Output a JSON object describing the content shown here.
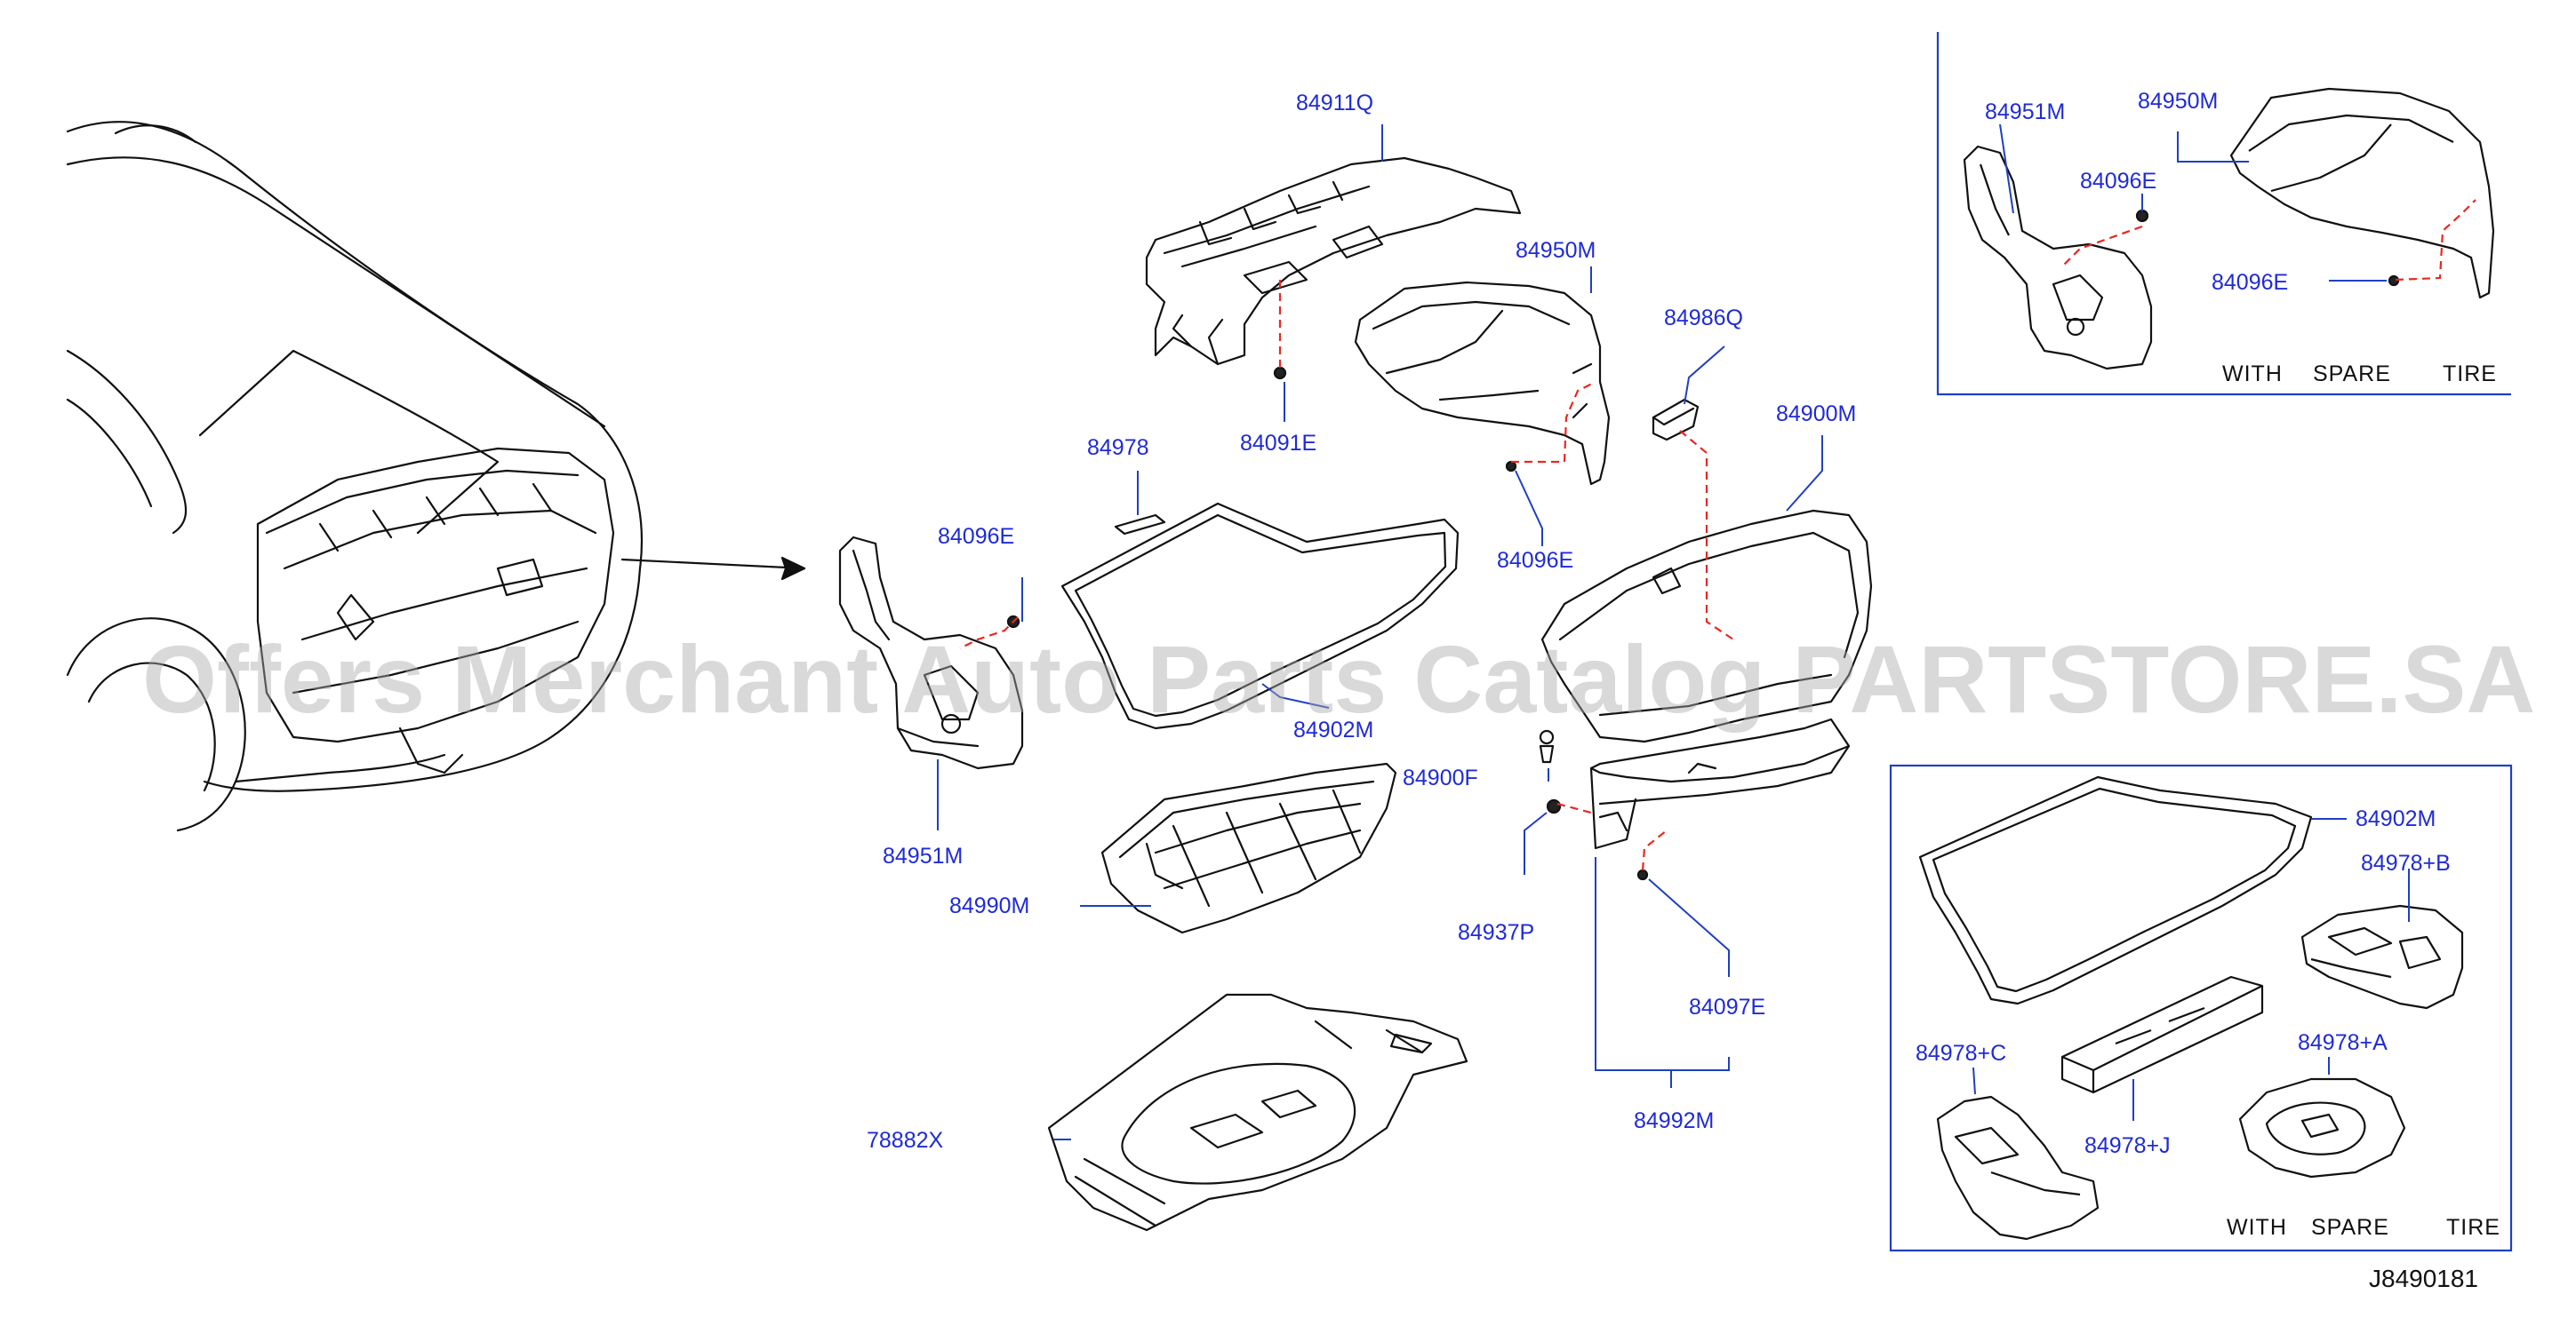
{
  "watermark": "Offers Merchant Auto Parts Catalog PARTSTORE.SA",
  "diagram_code": "J8490181",
  "captions": {
    "top_right": [
      "WITH",
      "SPARE",
      "TIRE"
    ],
    "bottom_right": [
      "WITH",
      "SPARE",
      "TIRE"
    ]
  },
  "labels": {
    "p84911Q": "84911Q",
    "p84950M_main": "84950M",
    "p84986Q": "84986Q",
    "p84900M": "84900M",
    "p84091E": "84091E",
    "p84978": "84978",
    "p84096E_left": "84096E",
    "p84096E_center": "84096E",
    "p84951M_main": "84951M",
    "p84902M_main": "84902M",
    "p84900F": "84900F",
    "p84990M": "84990M",
    "p84937P": "84937P",
    "p84097E": "84097E",
    "p84992M": "84992M",
    "p78882X": "78882X",
    "inset1_84951M": "84951M",
    "inset1_84950M": "84950M",
    "inset1_84096E_a": "84096E",
    "inset1_84096E_b": "84096E",
    "inset2_84902M": "84902M",
    "inset2_84978B": "84978+B",
    "inset2_84978C": "84978+C",
    "inset2_84978A": "84978+A",
    "inset2_84978J": "84978+J"
  },
  "colors": {
    "label_blue": "#1f2bd6",
    "leader_blue": "#1f3fc4",
    "hidden_red": "#e8281f",
    "line_black": "#111111"
  }
}
